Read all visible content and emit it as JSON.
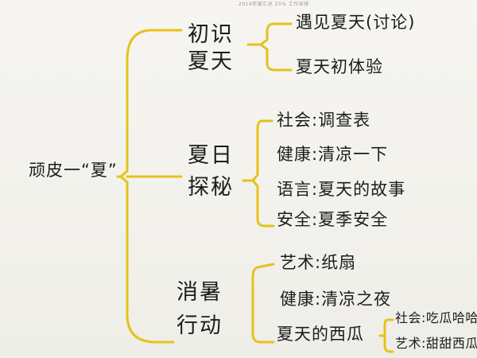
{
  "print_strip": "2019年度汇总 25% 工作安排",
  "colors": {
    "line": "#e5c21a",
    "ink": "#1c1c1c"
  },
  "root": "顽皮一“夏”",
  "branches": [
    {
      "label_lines": [
        "初识",
        "夏天"
      ],
      "items": [
        "遇见夏天(讨论)",
        "夏天初体验"
      ]
    },
    {
      "label_lines": [
        "夏日",
        "探秘"
      ],
      "items": [
        "社会:调查表",
        "健康:清凉一下",
        "语言:夏天的故事",
        "安全:夏季安全"
      ]
    },
    {
      "label_lines": [
        "消暑",
        "行动"
      ],
      "items": [
        "艺术:纸扇",
        "健康:清凉之夜",
        "夏天的西瓜"
      ],
      "subitems": [
        "社会:吃瓜哈哈",
        "艺术:甜甜西瓜"
      ]
    }
  ]
}
